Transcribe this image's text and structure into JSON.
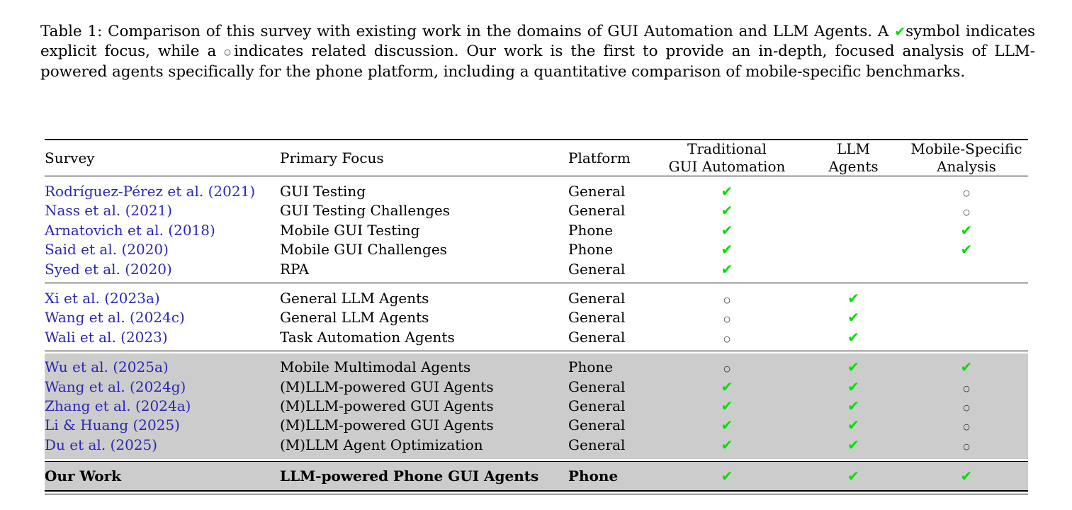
{
  "caption": {
    "label": "Table 1:",
    "text_part1": "Table 1: Comparison of this survey with existing work in the domains of GUI Automation and LLM Agents. A ",
    "check_symbol": "✔",
    "text_part2": "symbol indicates explicit focus, while a ",
    "circle_symbol": "○",
    "text_part3": "indicates related discussion. Our work is the first to provide an in-depth, focused analysis of LLM-powered agents specifically for the phone platform, including a quantitative comparison of mobile-specific benchmarks."
  },
  "legend": {
    "check_meaning": "explicit focus",
    "circle_meaning": "related discussion"
  },
  "colors": {
    "citation_link": "#2a28b5",
    "check_green": "#00e000",
    "highlight_gray": "#cccccc",
    "rule_black": "#000000"
  },
  "table": {
    "columns": [
      {
        "key": "survey",
        "label": "Survey",
        "align": "left",
        "two_line": false
      },
      {
        "key": "focus",
        "label": "Primary Focus",
        "align": "left",
        "two_line": false
      },
      {
        "key": "platform",
        "label": "Platform",
        "align": "left",
        "two_line": false
      },
      {
        "key": "traditional",
        "label_line1": "Traditional",
        "label_line2": "GUI Automation",
        "align": "center",
        "two_line": true
      },
      {
        "key": "llm",
        "label_line1": "LLM",
        "label_line2": "Agents",
        "align": "center",
        "two_line": true
      },
      {
        "key": "mobile",
        "label_line1": "Mobile-Specific",
        "label_line2": "Analysis",
        "align": "center",
        "two_line": true
      }
    ],
    "groups": [
      {
        "id": "group-gui-automation",
        "highlighted": false,
        "rows": [
          {
            "survey": "Rodríguez-Pérez et al. (2021)",
            "focus": "GUI Testing",
            "platform": "General",
            "traditional": "check",
            "llm": "none",
            "mobile": "circle"
          },
          {
            "survey": "Nass et al. (2021)",
            "focus": "GUI Testing Challenges",
            "platform": "General",
            "traditional": "check",
            "llm": "none",
            "mobile": "circle"
          },
          {
            "survey": "Arnatovich et al. (2018)",
            "focus": "Mobile GUI Testing",
            "platform": "Phone",
            "traditional": "check",
            "llm": "none",
            "mobile": "check"
          },
          {
            "survey": "Said et al. (2020)",
            "focus": "Mobile GUI Challenges",
            "platform": "Phone",
            "traditional": "check",
            "llm": "none",
            "mobile": "check"
          },
          {
            "survey": "Syed et al. (2020)",
            "focus": "RPA",
            "platform": "General",
            "traditional": "check",
            "llm": "none",
            "mobile": "none"
          }
        ]
      },
      {
        "id": "group-llm-agents",
        "highlighted": false,
        "rows": [
          {
            "survey": "Xi et al. (2023a)",
            "focus": "General LLM Agents",
            "platform": "General",
            "traditional": "circle",
            "llm": "check",
            "mobile": "none"
          },
          {
            "survey": "Wang et al. (2024c)",
            "focus": "General LLM Agents",
            "platform": "General",
            "traditional": "circle",
            "llm": "check",
            "mobile": "none"
          },
          {
            "survey": "Wali et al. (2023)",
            "focus": "Task Automation Agents",
            "platform": "General",
            "traditional": "circle",
            "llm": "check",
            "mobile": "none"
          }
        ]
      },
      {
        "id": "group-gui-agents-highlighted",
        "highlighted": true,
        "rows": [
          {
            "survey": "Wu et al. (2025a)",
            "focus": "Mobile Multimodal Agents",
            "platform": "Phone",
            "traditional": "circle",
            "llm": "check",
            "mobile": "check"
          },
          {
            "survey": "Wang et al. (2024g)",
            "focus": "(M)LLM-powered GUI Agents",
            "platform": "General",
            "traditional": "check",
            "llm": "check",
            "mobile": "circle"
          },
          {
            "survey": "Zhang et al. (2024a)",
            "focus": "(M)LLM-powered GUI Agents",
            "platform": "General",
            "traditional": "check",
            "llm": "check",
            "mobile": "circle"
          },
          {
            "survey": "Li & Huang (2025)",
            "focus": "(M)LLM-powered GUI Agents",
            "platform": "General",
            "traditional": "check",
            "llm": "check",
            "mobile": "circle"
          },
          {
            "survey": "Du et al. (2025)",
            "focus": "(M)LLM Agent Optimization",
            "platform": "General",
            "traditional": "check",
            "llm": "check",
            "mobile": "circle"
          }
        ]
      }
    ],
    "our_work": {
      "survey": "Our Work",
      "focus": "LLM-powered Phone GUI Agents",
      "platform": "Phone",
      "traditional": "check",
      "llm": "check",
      "mobile": "check"
    },
    "marks": {
      "check": "✔",
      "circle": "○",
      "none": ""
    }
  }
}
